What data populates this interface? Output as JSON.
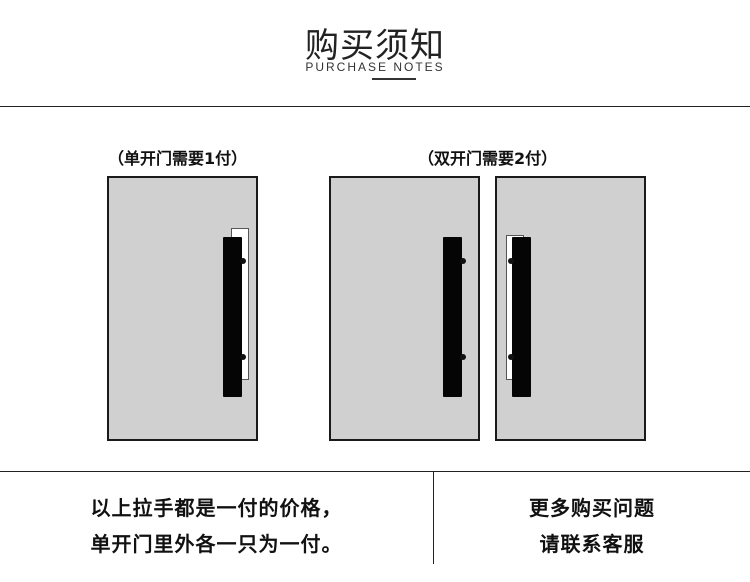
{
  "header": {
    "title": "购买须知",
    "subtitle": "PURCHASE NOTES"
  },
  "diagram": {
    "single_caption": "（单开门需要1付）",
    "double_caption": "（双开门需要2付）"
  },
  "footer": {
    "left_line1": "以上拉手都是一付的价格，",
    "left_line2": "单开门里外各一只为一付。",
    "right_line1": "更多购买问题",
    "right_line2": "请联系客服"
  },
  "colors": {
    "door_fill": "#d0d0d0",
    "handle": "#050505",
    "rule": "#222222"
  }
}
